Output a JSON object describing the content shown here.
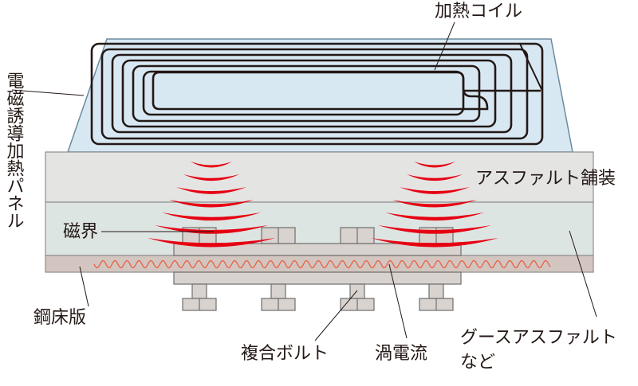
{
  "labels": {
    "coil": "加熱コイル",
    "panel": "電磁誘導加熱パネル",
    "asphalt": "アスファルト舗装",
    "magnetic_field": "磁界",
    "steel_deck": "鋼床版",
    "composite_bolt": "複合ボルト",
    "eddy_current": "渦電流",
    "guss_line1": "グースアスファルト",
    "guss_line2": "など"
  },
  "colors": {
    "panel_fill": "#d8e8f3",
    "panel_stroke": "#6c8aa0",
    "coil": "#231815",
    "asphalt": "#e4e4e3",
    "guss": "#dde5e2",
    "steel": "#d3c6c1",
    "bolt": "#d9d3cf",
    "field": "#e60012",
    "eddy": "#e8664a"
  }
}
